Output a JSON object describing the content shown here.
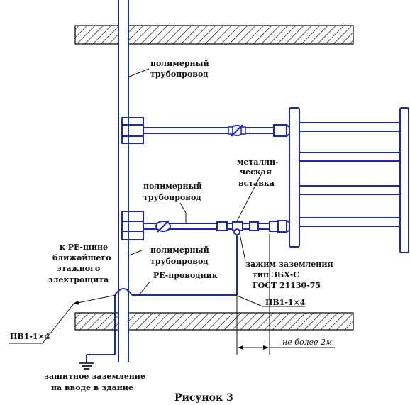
{
  "labels": {
    "polymer_pipe_top_1": "полимерный",
    "polymer_pipe_top_2": "трубопровод",
    "polymer_pipe_mid_1": "полимерный",
    "polymer_pipe_mid_2": "трубопровод",
    "polymer_pipe_low_1": "полимерный",
    "polymer_pipe_low_2": "трубопровод",
    "metal_insert_1": "металли-",
    "metal_insert_2": "ческая",
    "metal_insert_3": "вставка",
    "pe_bus_1": "к РЕ-шине",
    "pe_bus_2": "ближайшего",
    "pe_bus_3": "этажного",
    "pe_bus_4": "электрощита",
    "pe_conductor": "РЕ-проводник",
    "clamp_1": "зажим заземления",
    "clamp_2": "тип ЗБХ-С",
    "clamp_3": "ГОСТ 21130-75",
    "cable_left": "ПВ1-1×4",
    "cable_right": "ПВ1-1×4",
    "distance": "не более 2м",
    "ground_1": "защитное заземление",
    "ground_2": "на вводе в здание",
    "caption": "Рисунок 3"
  },
  "colors": {
    "pipe": "#1a2aa8",
    "hatch": "#000000"
  }
}
